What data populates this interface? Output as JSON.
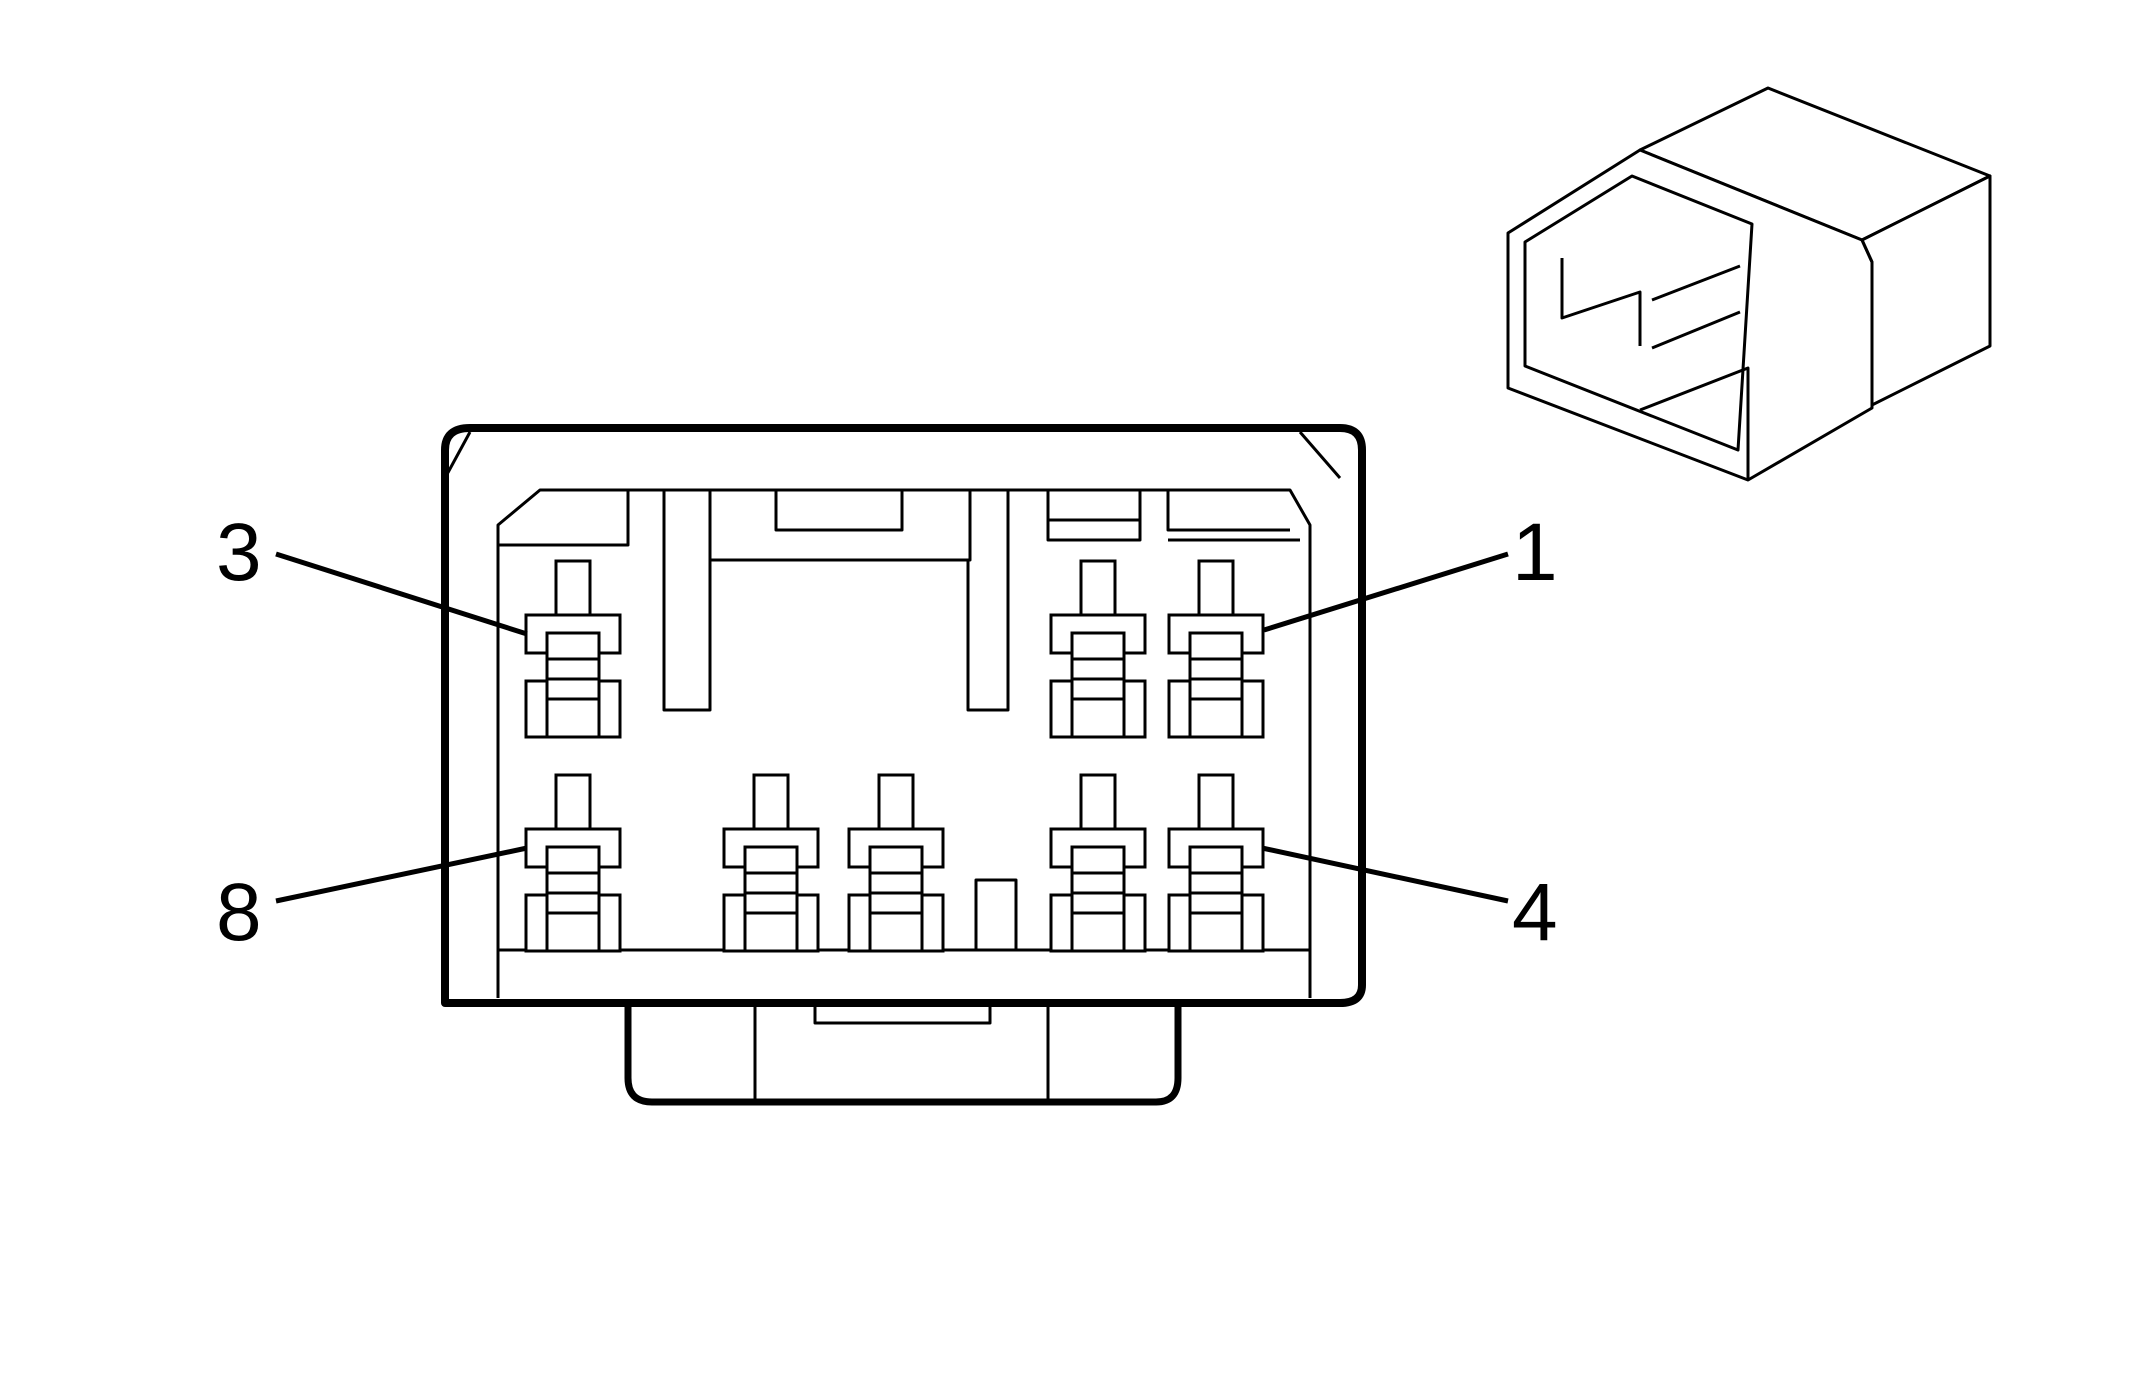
{
  "colors": {
    "line": "#000000",
    "background": "#ffffff"
  },
  "pin_labels": {
    "pin_3": "3",
    "pin_1": "1",
    "pin_8": "8",
    "pin_4": "4"
  }
}
